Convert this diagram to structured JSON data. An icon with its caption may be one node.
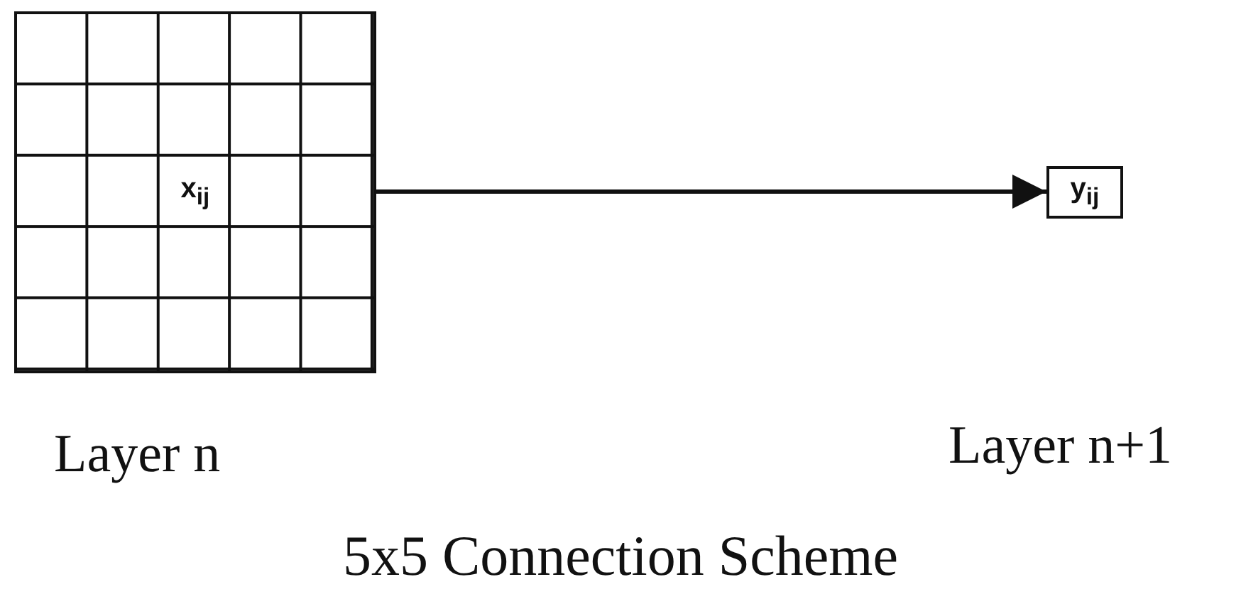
{
  "diagram": {
    "caption": "5x5 Connection Scheme",
    "nodes": [
      {
        "text": [
          "x$_{ij}$"
        ],
        "beside": [
          "Layer n"
        ]
      },
      {
        "text": [
          "y$_{ij}$"
        ],
        "beside": [
          "Layer n+1"
        ]
      }
    ],
    "edges": [
      {
        "from": 0,
        "to": 1,
        "arrow": "to"
      }
    ]
  }
}
